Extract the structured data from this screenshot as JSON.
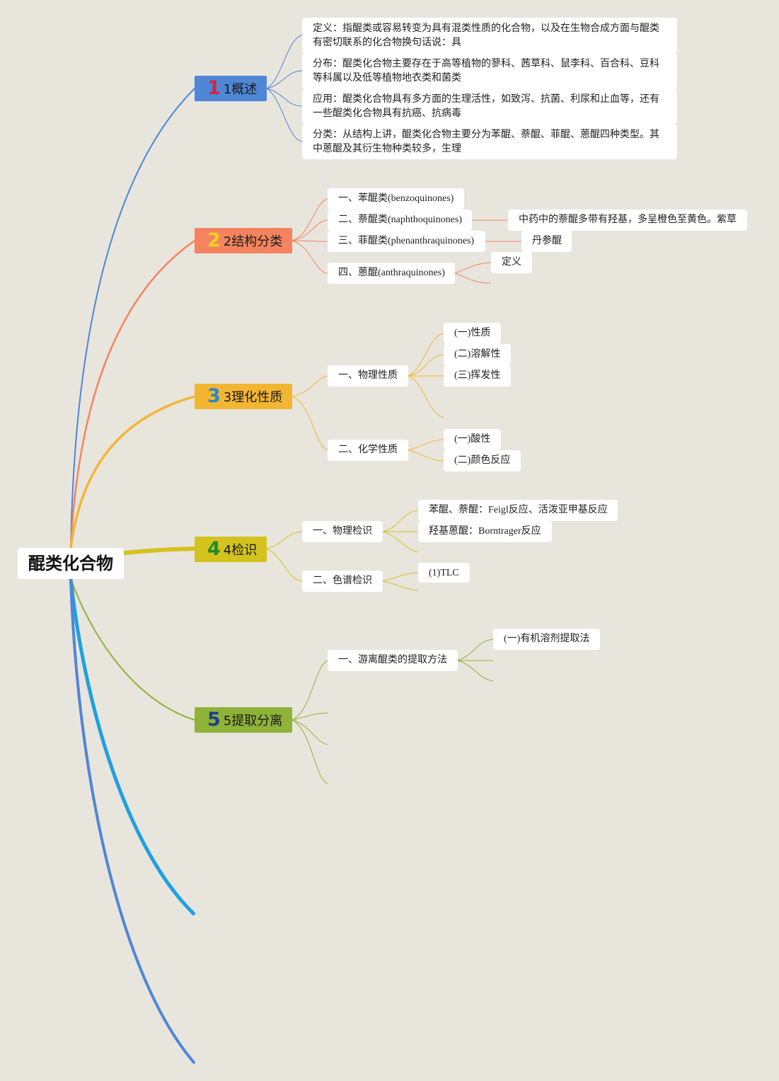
{
  "root": {
    "label": "醌类化合物"
  },
  "colors": {
    "b1": "#4f86d6",
    "b2": "#f4845f",
    "b3": "#f2b632",
    "b4": "#d4c21e",
    "b5": "#8fb339",
    "b6": "#1ea0e0",
    "b7": "#4f86d6"
  },
  "branches": [
    {
      "badge": "1",
      "label": "1概述",
      "badge_color": "#d6243c"
    },
    {
      "badge": "2",
      "label": "2结构分类",
      "badge_color": "#f5d021"
    },
    {
      "badge": "3",
      "label": "3理化性质",
      "badge_color": "#2b86c9"
    },
    {
      "badge": "4",
      "label": "4检识",
      "badge_color": "#1f8a2e"
    },
    {
      "badge": "5",
      "label": "5提取分离",
      "badge_color": "#1c3f8c"
    }
  ],
  "overview": [
    "定义：指醌类或容易转变为具有混类性质的化合物，以及在生物合成方面与醌类有密切联系的化合物换句话说：具",
    "分布：醌类化合物主要存在于高等植物的蓼科、茜草科、鼠李科、百合科、豆科等科属以及低等植物地衣类和菌类",
    "应用：醌类化合物具有多方面的生理活性，如致泻、抗菌、利尿和止血等，还有一些醌类化合物具有抗癌、抗病毒",
    "分类：从结构上讲，醌类化合物主要分为苯醌、萘醌、菲醌、蒽醌四种类型。其中蒽醌及其衍生物种类较多，生理"
  ],
  "structure": {
    "items": [
      "一、苯醌类(benzoquinones)",
      "二、萘醌类(naphthoquinones)",
      "三、菲醌类(phenanthraquinones)",
      "四、蒽醌(anthraquinones)"
    ],
    "naphtho_note": "中药中的萘醌多带有羟基，多呈橙色至黄色。紫草",
    "phenan_note": "丹参醌",
    "anthra_child": "定义"
  },
  "properties": {
    "physical": "一、物理性质",
    "physical_items": [
      "(一)性质",
      "(二)溶解性",
      "(三)挥发性"
    ],
    "chemical": "二、化学性质",
    "chemical_items": [
      "(一)酸性",
      "(二)颜色反应"
    ]
  },
  "identification": {
    "physical": "一、物理检识",
    "physical_items": [
      "苯醌、萘醌：Feigl反应、活泼亚甲基反应",
      "羟基蒽醌：Borntrager反应"
    ],
    "chroma": "二、色谱检识",
    "chroma_items": [
      "(1)TLC"
    ]
  },
  "extraction": {
    "free": "一、游离醌类的提取方法",
    "free_items": [
      "(一)有机溶剂提取法"
    ]
  }
}
